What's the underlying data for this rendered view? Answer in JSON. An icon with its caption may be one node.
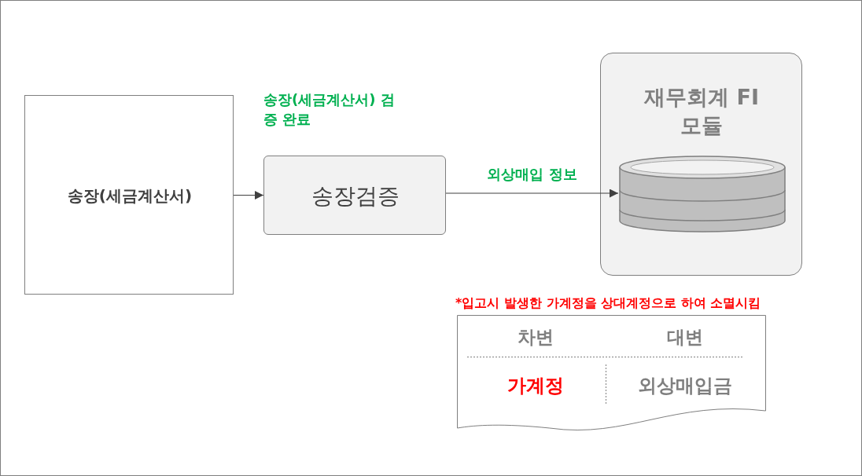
{
  "diagram": {
    "nodes": [
      {
        "text": [
          "송장(세금계산서)"
        ]
      },
      {
        "text": [
          "송장검증"
        ],
        "beside": [
          "송장(세금계산서) 검증 완료"
        ]
      },
      {
        "text": [
          "재무회계 FI 모듈"
        ]
      },
      {
        "text": [],
        "shape": "cylinder",
        "in": 2
      },
      {
        "text": [
          "차변",
          "대변",
          "가계정",
          "외상매입금"
        ],
        "beside": [
          "*입고시 발생한 가계정을 상대계정으로 하여 소멸시킴"
        ]
      }
    ],
    "edges": [
      {
        "from": 0,
        "to": 1,
        "arrow": "to"
      },
      {
        "from": 1,
        "to": 3,
        "arrow": "to",
        "label": "외상매입 정보"
      }
    ]
  }
}
